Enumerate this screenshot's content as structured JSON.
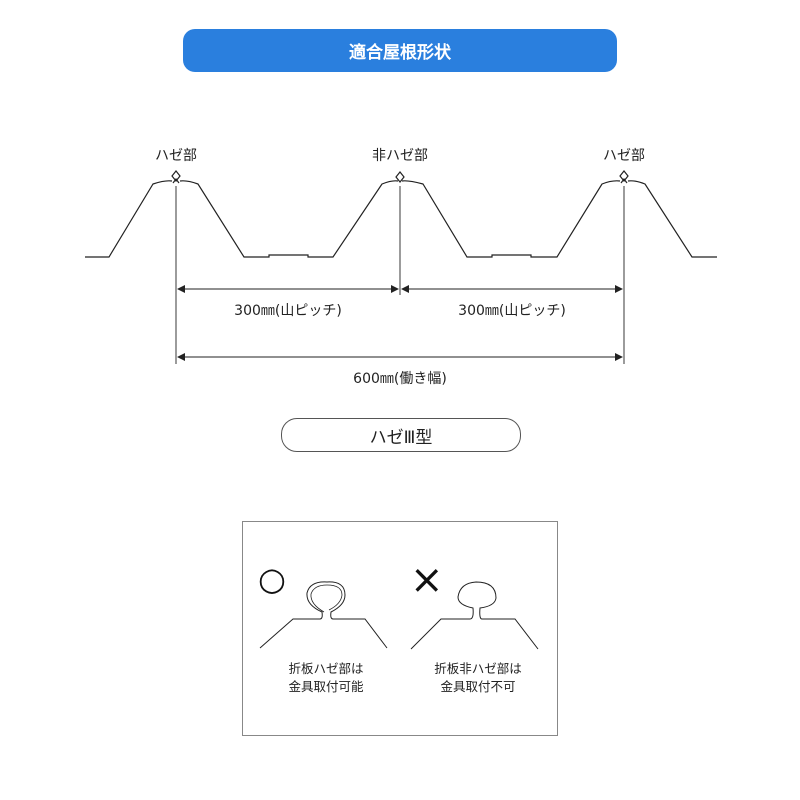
{
  "title": "適合屋根形状",
  "labels": {
    "left_seam": "ハゼ部",
    "middle_non_seam": "非ハゼ部",
    "right_seam": "ハゼ部"
  },
  "dimensions": {
    "pitch_left": "300㎜(山ピッチ)",
    "pitch_right": "300㎜(山ピッチ)",
    "working_width": "600㎜(働き幅)"
  },
  "type_label": "ハゼⅢ型",
  "comparison": {
    "ok": {
      "mark": "○",
      "line1": "折板ハゼ部は",
      "line2": "金具取付可能"
    },
    "ng": {
      "mark": "×",
      "line1": "折板非ハゼ部は",
      "line2": "金具取付不可"
    }
  }
}
